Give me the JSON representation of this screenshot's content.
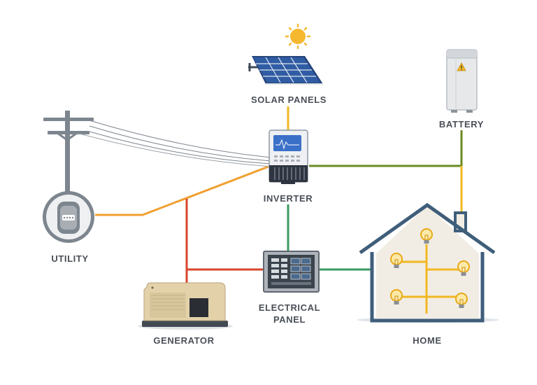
{
  "labels": {
    "solar": "SOLAR PANELS",
    "battery": "BATTERY",
    "inverter": "INVERTER",
    "utility": "UTILITY",
    "panel_line1": "ELECTRICAL",
    "panel_line2": "PANEL",
    "generator": "GENERATOR",
    "home": "HOME"
  },
  "colors": {
    "solar_line": "#f2b823",
    "battery_line": "#6b8a22",
    "utility_line": "#f0a030",
    "generator_line": "#d9452b",
    "panel_line": "#3a9a63",
    "home_outline": "#3f5e7a",
    "house_fill": "#f1ede4",
    "bulb_wiring": "#f2b823"
  },
  "icons": [
    "sun-icon",
    "solar-panel-icon",
    "battery-icon",
    "warning-icon",
    "inverter-icon",
    "utility-pole-icon",
    "utility-meter-icon",
    "generator-icon",
    "electrical-panel-icon",
    "house-icon",
    "light-bulb-icon"
  ]
}
